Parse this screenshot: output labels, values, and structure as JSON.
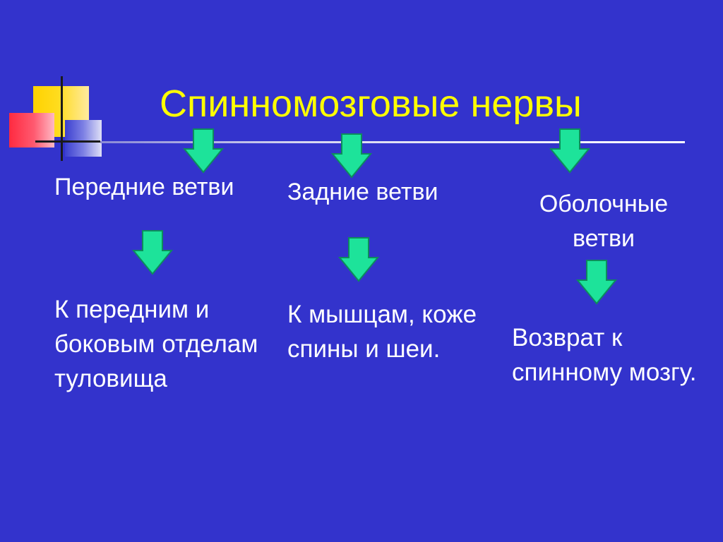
{
  "title": "Спинномозговые нервы",
  "branches": [
    {
      "label": "Передние ветви",
      "target": "К передним и боковым отделам туловища"
    },
    {
      "label": "Задние ветви",
      "target": "К мышцам, коже спины и шеи."
    },
    {
      "label": "Оболочные ветви",
      "target": "Возврат к спинному мозгу."
    }
  ],
  "colors": {
    "background": "#3333cc",
    "title": "#ffff00",
    "text": "#ffffff",
    "arrow_fill": "#1de39a",
    "arrow_stroke": "#0d8c5c"
  },
  "decor": {
    "square_colors": [
      "#ffd200",
      "#ff2a40",
      "#6e72e0"
    ]
  }
}
